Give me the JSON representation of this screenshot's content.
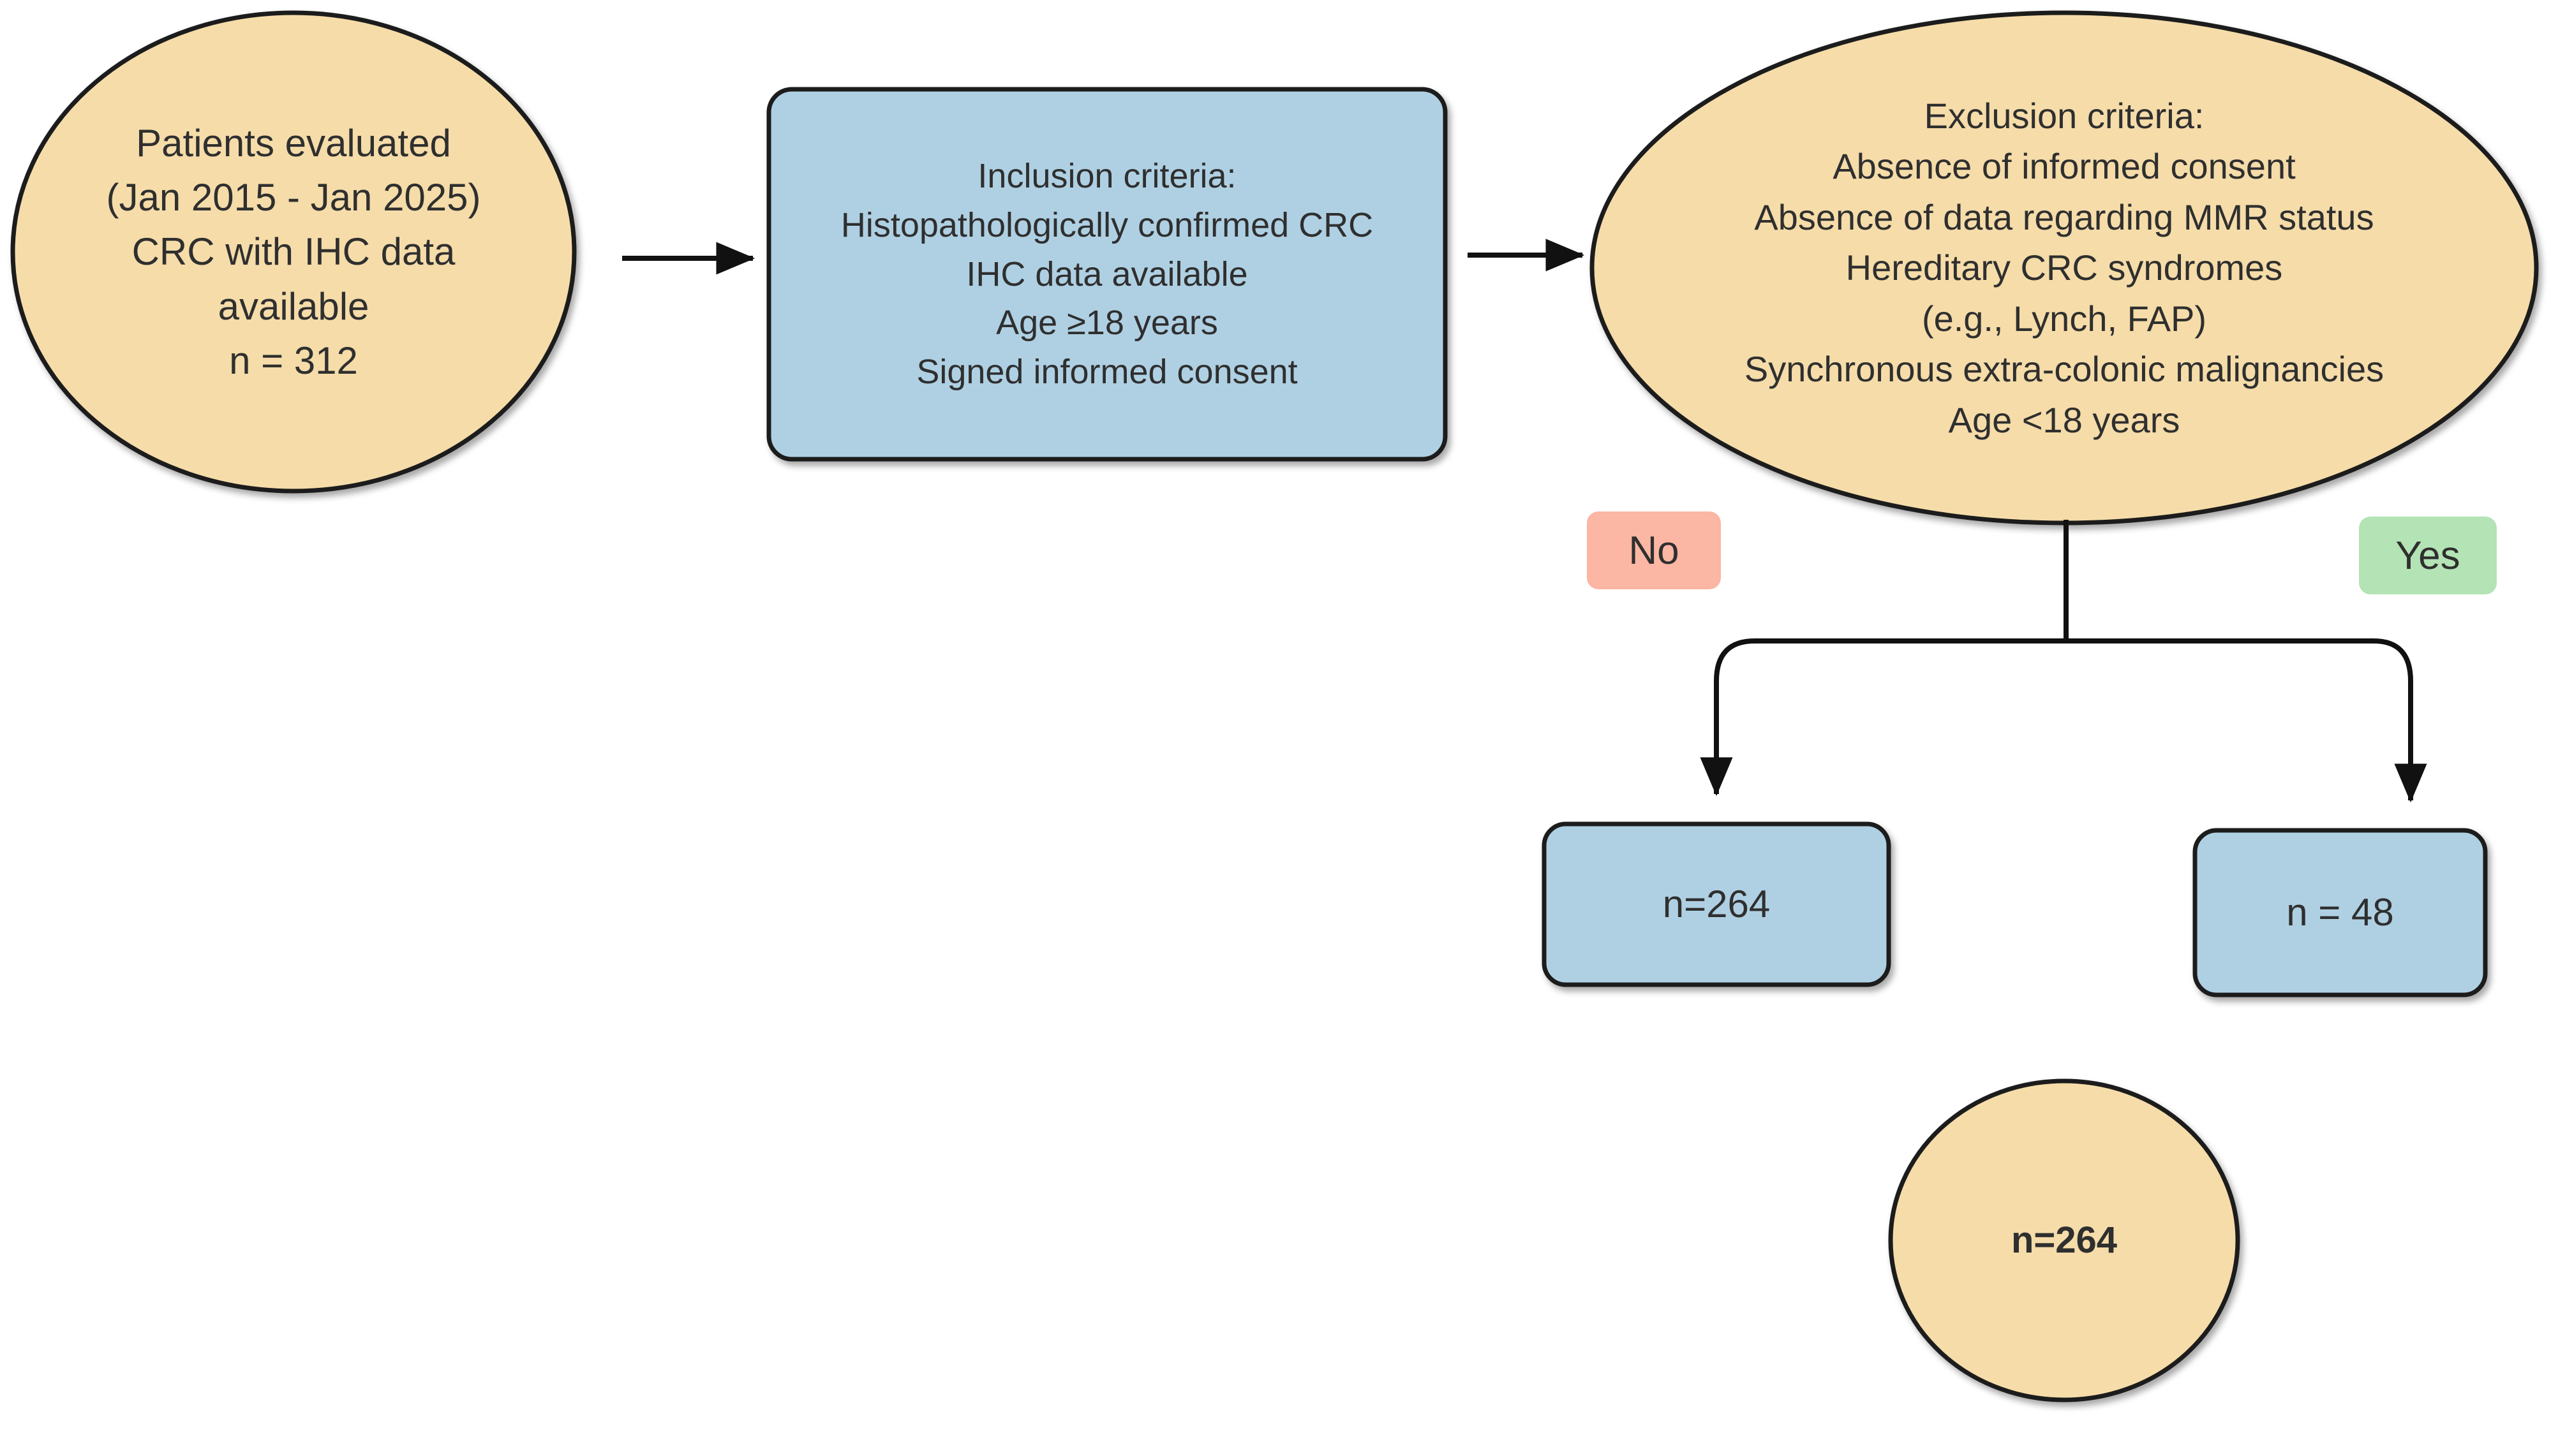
{
  "diagram": {
    "type": "flowchart",
    "title": "Patient selection flow diagram",
    "colors": {
      "ellipse_fill": "#F5DCA9",
      "box_fill": "#AFD0E3",
      "stroke": "#1c1c1c",
      "badge_no_fill": "#FBB6A4",
      "badge_yes_fill": "#B4E3B5",
      "background": "#FFFFFF",
      "text": "#2F2F2F"
    },
    "nodes": {
      "source": {
        "shape": "ellipse",
        "lines": [
          "Patients evaluated",
          "(Jan 2015 - Jan 2025)",
          "CRC with IHC data",
          "available",
          "n = 312"
        ]
      },
      "inclusion": {
        "shape": "rounded-rect",
        "lines": [
          "Inclusion criteria:",
          "Histopathologically confirmed CRC",
          "IHC data available",
          "Age ≥18 years",
          "Signed informed consent"
        ]
      },
      "exclusion": {
        "shape": "ellipse",
        "lines": [
          "Exclusion criteria:",
          "Absence of informed consent",
          "Absence of data regarding MMR status",
          "Hereditary CRC syndromes",
          "(e.g., Lynch, FAP)",
          "Synchronous extra-colonic malignancies",
          "Age <18 years"
        ]
      },
      "outcome_left": {
        "shape": "rounded-rect",
        "lines": [
          "n=264"
        ]
      },
      "outcome_right": {
        "shape": "rounded-rect",
        "lines": [
          "n = 48"
        ]
      },
      "final": {
        "shape": "ellipse",
        "lines": [
          "n=264"
        ]
      }
    },
    "badges": {
      "no": "No",
      "yes": "Yes"
    },
    "edges": [
      {
        "from": "source",
        "to": "inclusion",
        "style": "straight-arrow",
        "direction": "right"
      },
      {
        "from": "inclusion",
        "to": "exclusion",
        "style": "straight-arrow",
        "direction": "right"
      },
      {
        "from": "exclusion",
        "to": "outcome_left",
        "style": "elbow-arrow",
        "label": "No"
      },
      {
        "from": "exclusion",
        "to": "outcome_right",
        "style": "elbow-arrow",
        "label": "Yes"
      }
    ]
  }
}
